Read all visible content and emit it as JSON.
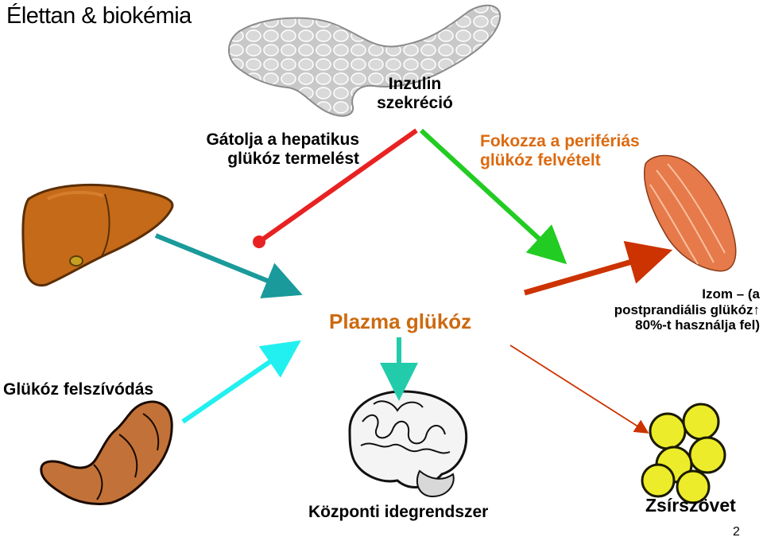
{
  "slide": {
    "title": "Élettan & biokémia",
    "page_number": "2"
  },
  "labels": {
    "inhibit_line1": "Gátolja a hepatikus",
    "inhibit_line2": "glükóz termelést",
    "insulin_line1": "Inzulin",
    "insulin_line2": "szekréció",
    "enhance_line1": "Fokozza a perifériás",
    "enhance_line2": "glükóz felvételt",
    "plasma": "Plazma glükóz",
    "muscle_line1": "Izom – (a",
    "muscle_line2": "postprandiális glükóz↑",
    "muscle_line3": "80%-t használja fel)",
    "absorption": "Glükóz felszívódás",
    "cns": "Központi idegrendszer",
    "fat": "Zsírszövet"
  },
  "icons": [
    "pancreas-icon",
    "liver-icon",
    "muscle-icon",
    "intestine-icon",
    "brain-icon",
    "adipose-tissue-icon"
  ],
  "colors": {
    "inhibit_line": "#e82222",
    "enhance_arrow": "#22cc22",
    "liver_arrow": "#1a9a9a",
    "absorption_arrow": "#22f0f0",
    "cns_arrow": "#22ccaa",
    "muscle_arrow": "#cc3300",
    "fat_arrow": "#cc3300",
    "plasma_text": "#cc6a10",
    "enhance_text": "#dd6a10"
  }
}
